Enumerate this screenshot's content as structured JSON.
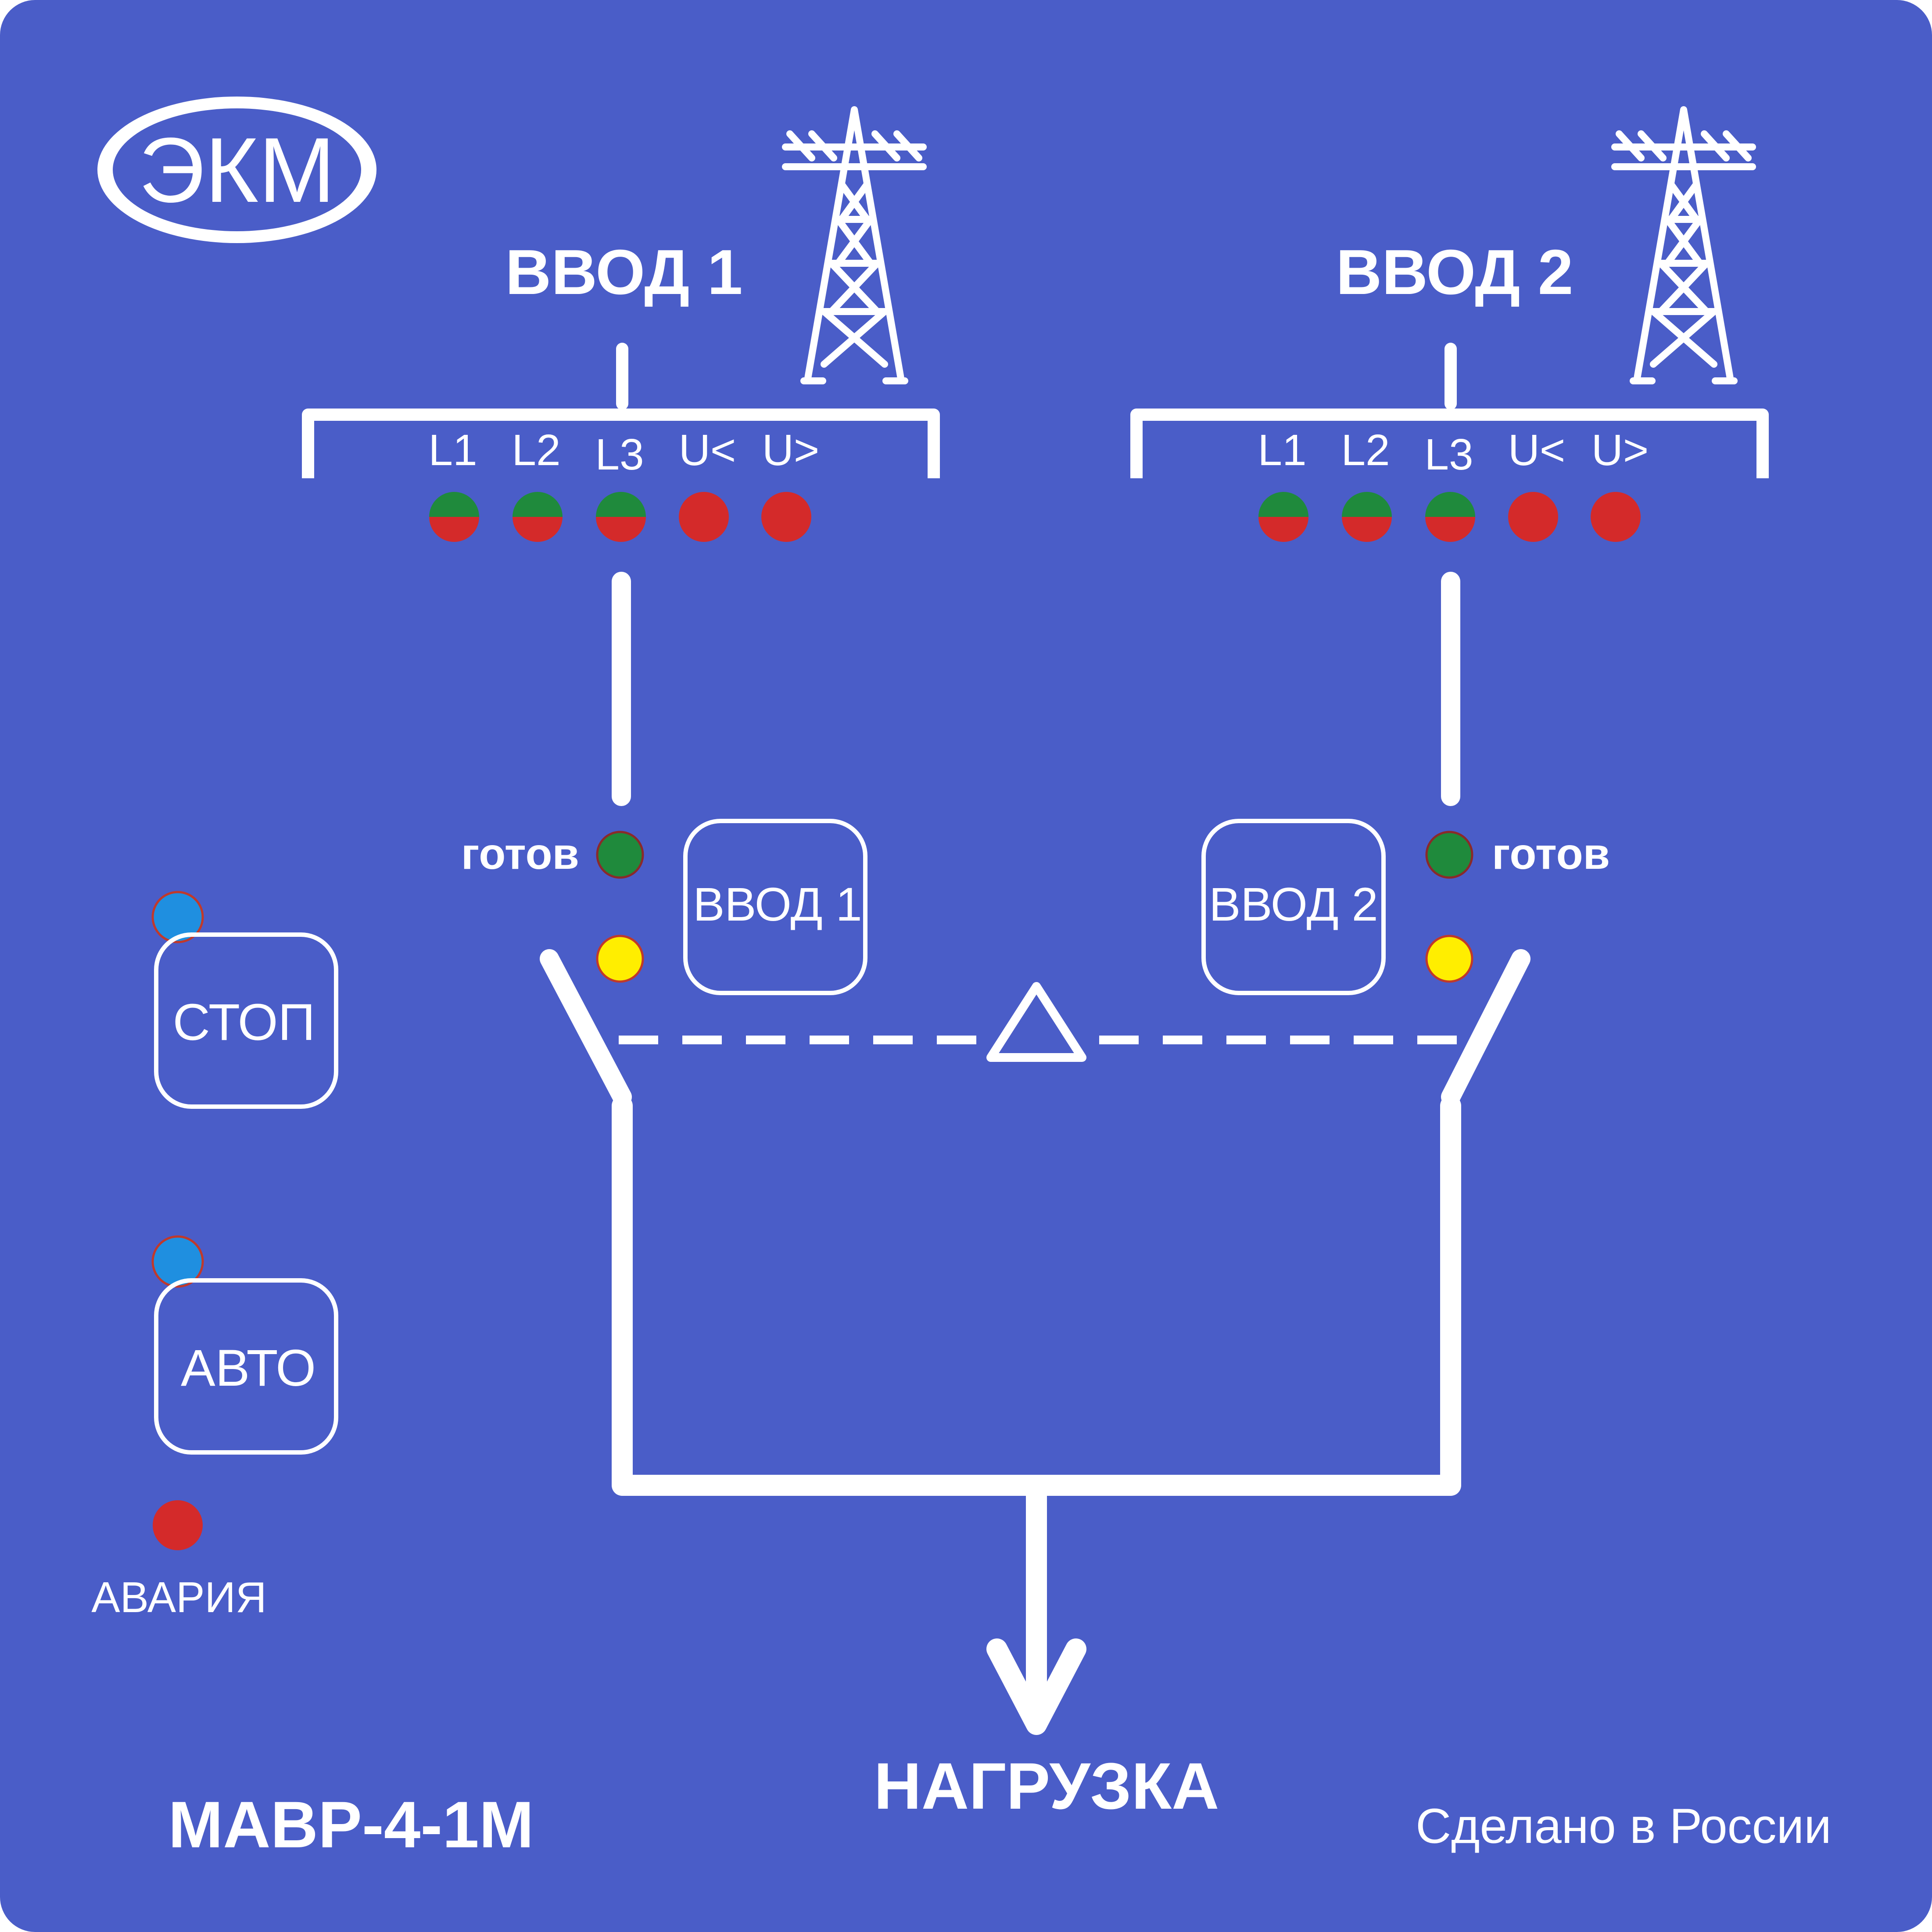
{
  "brand": {
    "logo_text": "ЭКМ"
  },
  "colors": {
    "panel_bg": "#4a5dc8",
    "led_green": "#1f8a3c",
    "led_red": "#d42a2a",
    "led_yellow": "#ffee00",
    "led_blue": "#1f8fe0",
    "line": "#ffffff"
  },
  "inputs": [
    {
      "title": "ВВОД 1",
      "leds": [
        {
          "label": "L1",
          "color": "green-red"
        },
        {
          "label": "L2",
          "color": "green-red"
        },
        {
          "label": "L3",
          "color": "green-red"
        },
        {
          "label": "U<",
          "color": "red"
        },
        {
          "label": "U>",
          "color": "red"
        }
      ],
      "ready_label": "готов",
      "button_label": "ВВОД 1"
    },
    {
      "title": "ВВОД 2",
      "leds": [
        {
          "label": "L1",
          "color": "green-red"
        },
        {
          "label": "L2",
          "color": "green-red"
        },
        {
          "label": "L3",
          "color": "green-red"
        },
        {
          "label": "U<",
          "color": "red"
        },
        {
          "label": "U>",
          "color": "red"
        }
      ],
      "ready_label": "готов",
      "button_label": "ВВОД 2"
    }
  ],
  "controls": {
    "stop_label": "СТОП",
    "auto_label": "АВТО",
    "alarm_label": "АВАРИЯ"
  },
  "load_label": "НАГРУЗКА",
  "model": "МАВР-4-1М",
  "made_in": "Сделано в России"
}
